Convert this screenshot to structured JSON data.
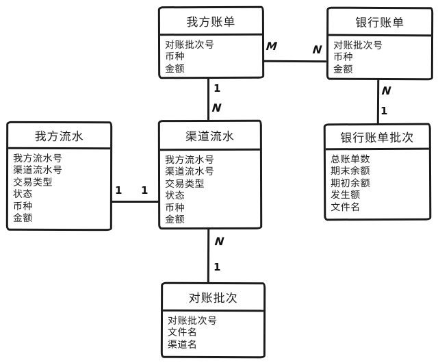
{
  "diagram": {
    "kind": "entity-relationship-diagram",
    "background_color": "#ffffff",
    "stroke_color": "#1c1c1c",
    "text_color": "#1a1a1a"
  },
  "entities": [
    {
      "id": "my-bill",
      "title": "我方账单",
      "attributes": [
        "对账批次号",
        "币种",
        "金额"
      ]
    },
    {
      "id": "bank-bill",
      "title": "银行账单",
      "attributes": [
        "对账批次号",
        "币种",
        "金额"
      ]
    },
    {
      "id": "my-flow",
      "title": "我方流水",
      "attributes": [
        "我方流水号",
        "渠道流水号",
        "交易类型",
        "状态",
        "币种",
        "金额"
      ]
    },
    {
      "id": "channel-flow",
      "title": "渠道流水",
      "attributes": [
        "我方流水号",
        "渠道流水号",
        "交易类型",
        "状态",
        "币种",
        "金额"
      ]
    },
    {
      "id": "bank-bill-batch",
      "title": "银行账单批次",
      "attributes": [
        "总账单数",
        "期末余额",
        "期初余额",
        "发生额",
        "文件名"
      ]
    },
    {
      "id": "reconciliation-batch",
      "title": "对账批次",
      "attributes": [
        "对账批次号",
        "文件名",
        "渠道名"
      ]
    }
  ],
  "relationships": [
    {
      "from": "我方账单",
      "to": "银行账单",
      "from_card": "M",
      "to_card": "N"
    },
    {
      "from": "我方账单",
      "to": "渠道流水",
      "from_card": "1",
      "to_card": "N"
    },
    {
      "from": "银行账单",
      "to": "银行账单批次",
      "from_card": "N",
      "to_card": "1"
    },
    {
      "from": "我方流水",
      "to": "渠道流水",
      "from_card": "1",
      "to_card": "1"
    },
    {
      "from": "渠道流水",
      "to": "对账批次",
      "from_card": "N",
      "to_card": "1"
    }
  ]
}
